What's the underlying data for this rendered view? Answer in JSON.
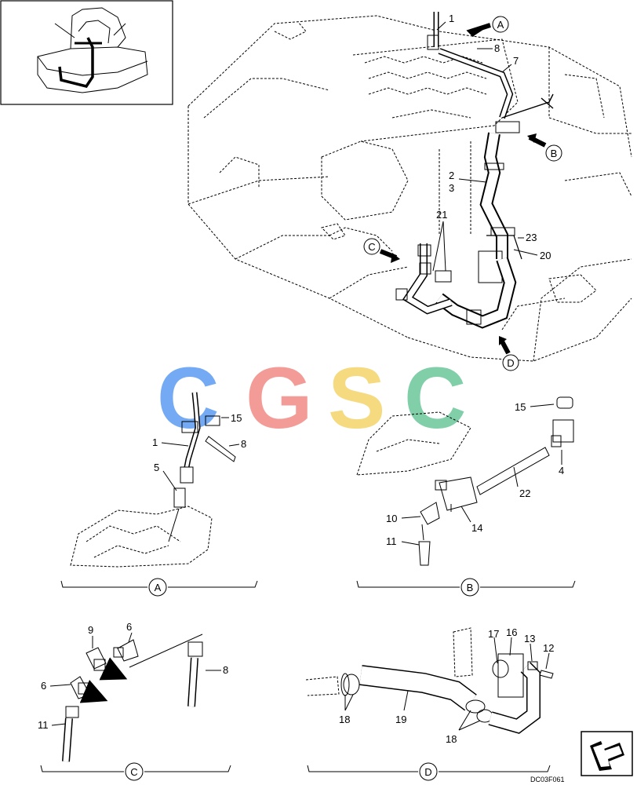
{
  "drawing_code": "DC03F061",
  "watermark": {
    "letters": [
      {
        "char": "C",
        "color": "#5b9cf2"
      },
      {
        "char": "G",
        "color": "#f28a86"
      },
      {
        "char": "S",
        "color": "#f5d46a"
      },
      {
        "char": "C",
        "color": "#6cc79a"
      }
    ]
  },
  "views": {
    "A": {
      "label": "A"
    },
    "B": {
      "label": "B"
    },
    "C": {
      "label": "C"
    },
    "D": {
      "label": "D"
    }
  },
  "callouts": {
    "main": {
      "p1": "1",
      "p8": "8",
      "p7": "7",
      "p2": "2",
      "p3": "3",
      "p21": "21",
      "p23": "23",
      "p20": "20",
      "arrowA": "A",
      "arrowB": "B",
      "arrowC": "C",
      "arrowD": "D"
    },
    "detailA": {
      "p15": "15",
      "p1": "1",
      "p8": "8",
      "p5": "5"
    },
    "detailB": {
      "p15": "15",
      "p4": "4",
      "p22": "22",
      "p10": "10",
      "p14": "14",
      "p11": "11"
    },
    "detailC": {
      "p9": "9",
      "p6a": "6",
      "p6b": "6",
      "p8": "8",
      "p11": "11"
    },
    "detailD": {
      "p17": "17",
      "p16": "16",
      "p13": "13",
      "p12": "12",
      "p18a": "18",
      "p19": "19",
      "p18b": "18"
    }
  },
  "icons": {
    "orientation": "arrow-box-icon"
  }
}
